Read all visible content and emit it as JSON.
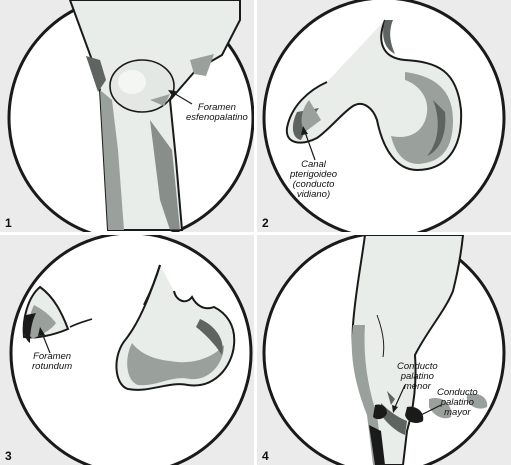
{
  "panels": [
    {
      "number": "1",
      "labels": [
        "Foramen esfenopalatino"
      ]
    },
    {
      "number": "2",
      "labels": [
        "Canal pterigoideo (conducto vidiano)"
      ]
    },
    {
      "number": "3",
      "labels": [
        "Foramen rotundum"
      ]
    },
    {
      "number": "4",
      "labels": [
        "Conducto palatino menor",
        "Conducto palatino mayor"
      ]
    }
  ],
  "label_lines": {
    "p1": [
      "Foramen",
      "esfenopalatino"
    ],
    "p2": [
      "Canal",
      "pterigoideo",
      "(conducto",
      "vidiano)"
    ],
    "p3": [
      "Foramen",
      "rotundum"
    ],
    "p4a": [
      "Conducto",
      "palatino",
      "menor"
    ],
    "p4b": [
      "Conducto",
      "palatino",
      "mayor"
    ]
  },
  "colors": {
    "panel_bg": "#ebebeb",
    "circle_fill": "#ffffff",
    "outline": "#1a1a1a",
    "bone_light": "#e9ede9",
    "shadow_mid": "#9aa09c",
    "shadow_dark": "#5e6561"
  }
}
